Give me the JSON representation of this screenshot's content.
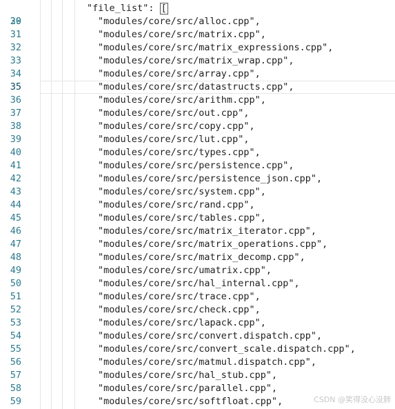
{
  "editor": {
    "header_line": {
      "number": "29",
      "key": "\"file_list\": ",
      "bracket": "["
    },
    "current_line": "35",
    "lines": [
      {
        "number": "30",
        "text": "\"modules/core/src/alloc.cpp\","
      },
      {
        "number": "31",
        "text": "\"modules/core/src/matrix.cpp\","
      },
      {
        "number": "32",
        "text": "\"modules/core/src/matrix_expressions.cpp\","
      },
      {
        "number": "33",
        "text": "\"modules/core/src/matrix_wrap.cpp\","
      },
      {
        "number": "34",
        "text": "\"modules/core/src/array.cpp\","
      },
      {
        "number": "35",
        "text": "\"modules/core/src/datastructs.cpp\","
      },
      {
        "number": "36",
        "text": "\"modules/core/src/arithm.cpp\","
      },
      {
        "number": "37",
        "text": "\"modules/core/src/out.cpp\","
      },
      {
        "number": "38",
        "text": "\"modules/core/src/copy.cpp\","
      },
      {
        "number": "39",
        "text": "\"modules/core/src/lut.cpp\","
      },
      {
        "number": "40",
        "text": "\"modules/core/src/types.cpp\","
      },
      {
        "number": "41",
        "text": "\"modules/core/src/persistence.cpp\","
      },
      {
        "number": "42",
        "text": "\"modules/core/src/persistence_json.cpp\","
      },
      {
        "number": "43",
        "text": "\"modules/core/src/system.cpp\","
      },
      {
        "number": "44",
        "text": "\"modules/core/src/rand.cpp\","
      },
      {
        "number": "45",
        "text": "\"modules/core/src/tables.cpp\","
      },
      {
        "number": "46",
        "text": "\"modules/core/src/matrix_iterator.cpp\","
      },
      {
        "number": "47",
        "text": "\"modules/core/src/matrix_operations.cpp\","
      },
      {
        "number": "48",
        "text": "\"modules/core/src/matrix_decomp.cpp\","
      },
      {
        "number": "49",
        "text": "\"modules/core/src/umatrix.cpp\","
      },
      {
        "number": "50",
        "text": "\"modules/core/src/hal_internal.cpp\","
      },
      {
        "number": "51",
        "text": "\"modules/core/src/trace.cpp\","
      },
      {
        "number": "52",
        "text": "\"modules/core/src/check.cpp\","
      },
      {
        "number": "53",
        "text": "\"modules/core/src/lapack.cpp\","
      },
      {
        "number": "54",
        "text": "\"modules/core/src/convert.dispatch.cpp\","
      },
      {
        "number": "55",
        "text": "\"modules/core/src/convert_scale.dispatch.cpp\","
      },
      {
        "number": "56",
        "text": "\"modules/core/src/matmul.dispatch.cpp\","
      },
      {
        "number": "57",
        "text": "\"modules/core/src/hal_stub.cpp\","
      },
      {
        "number": "58",
        "text": "\"modules/core/src/parallel.cpp\","
      },
      {
        "number": "59",
        "text": "\"modules/core/src/softfloat.cpp\","
      }
    ]
  },
  "watermark": "CSDN @笑得没心没肺"
}
